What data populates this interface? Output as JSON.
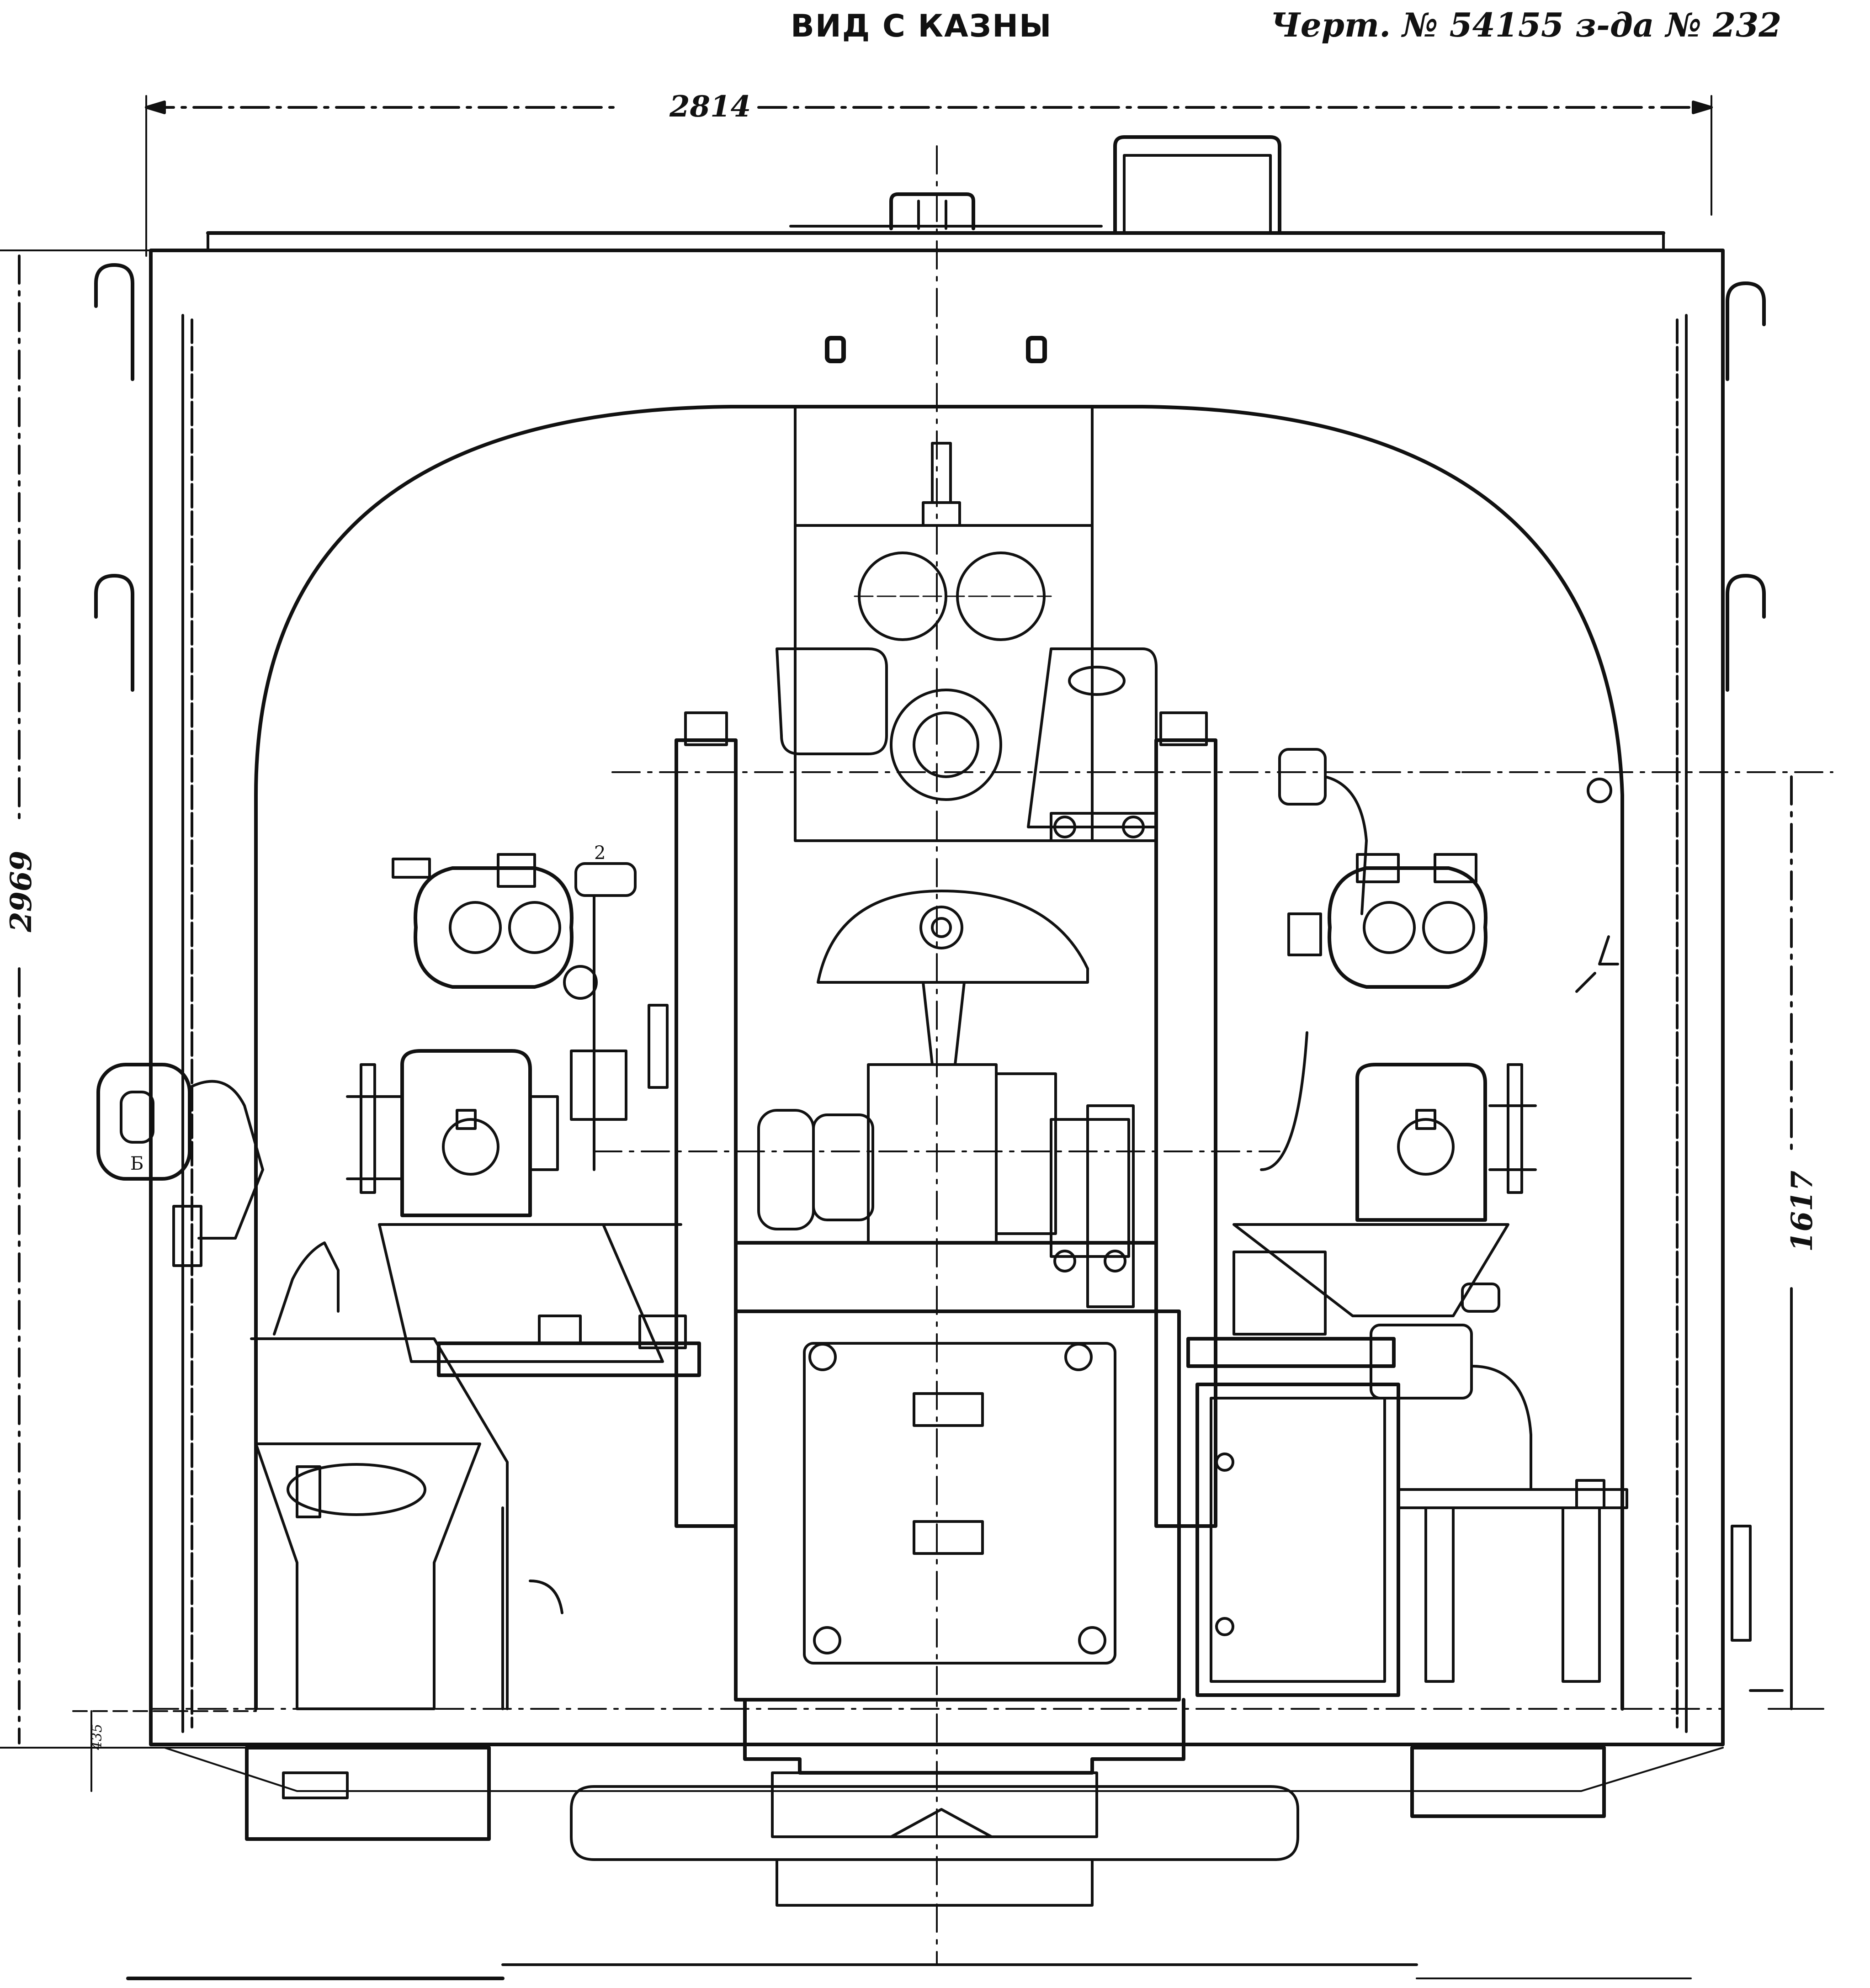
{
  "drawing": {
    "view_title": "ВИД С КАЗНЫ",
    "drawing_number": "Черт. № 54155 з-да № 232"
  },
  "dimensions": {
    "overall_width": "2814",
    "overall_height": "2969",
    "axis_height": "1617",
    "base_offset": "435"
  },
  "part_marks": {
    "left_lock_mark": "Б",
    "top_small_mark": "2"
  },
  "colors": {
    "ink": "#111111",
    "paper": "#ffffff"
  }
}
